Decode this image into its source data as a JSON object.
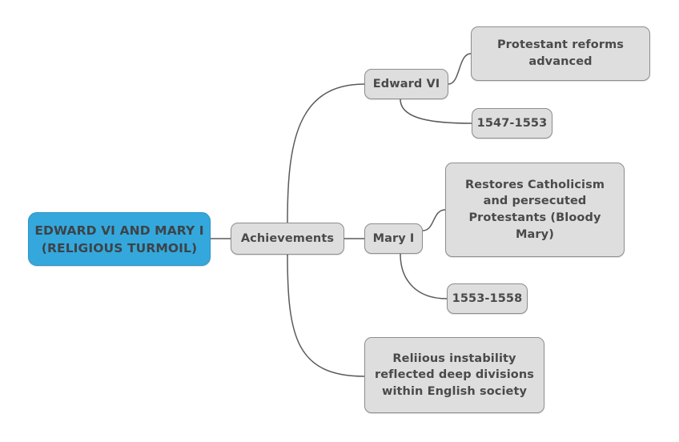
{
  "diagram": {
    "type": "mindmap",
    "background_color": "#ffffff",
    "root": {
      "label": "EDWARD VI AND MARY I\n(RELIGIOUS TURMOIL)",
      "fill_color": "#34a8dc",
      "border_color": "#2b93c2",
      "text_color": "#3d4348"
    },
    "branch": {
      "label": "Achievements",
      "fill_color": "#dedede",
      "border_color": "#8e8e8e",
      "text_color": "#4a4a4a"
    },
    "nodes": {
      "edward": {
        "label": "Edward VI"
      },
      "edward_detail": {
        "label": "Protestant reforms\nadvanced"
      },
      "edward_dates": {
        "label": "1547-1553"
      },
      "mary": {
        "label": "Mary I"
      },
      "mary_detail": {
        "label": "Restores Catholicism\nand persecuted\nProtestants (Bloody\nMary)"
      },
      "mary_dates": {
        "label": "1553-1558"
      },
      "summary": {
        "label": "Reliious instability\nreflected deep divisions\nwithin English society"
      }
    },
    "connector_color": "#5a5a5a"
  }
}
